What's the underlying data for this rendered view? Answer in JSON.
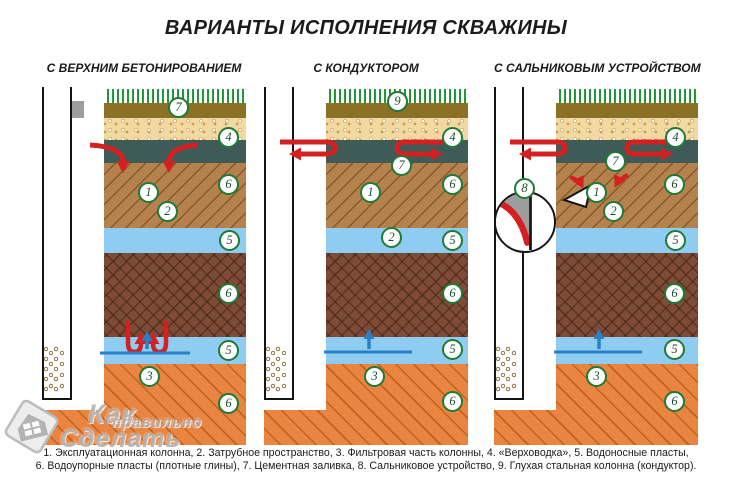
{
  "title": "ВАРИАНТЫ ИСПОЛНЕНИЯ СКВАЖИНЫ",
  "panels": [
    {
      "subtitle": "С ВЕРХНИМ БЕТОНИРОВАНИЕМ",
      "markers": [
        "7",
        "4",
        "6",
        "1",
        "2",
        "5",
        "6",
        "5",
        "3",
        "6"
      ]
    },
    {
      "subtitle": "С КОНДУКТОРОМ",
      "markers": [
        "9",
        "4",
        "7",
        "6",
        "1",
        "2",
        "5",
        "6",
        "5",
        "3",
        "6"
      ]
    },
    {
      "subtitle": "С САЛЬНИКОВЫМ УСТРОЙСТВОМ",
      "markers": [
        "4",
        "7",
        "6",
        "8",
        "1",
        "2",
        "5",
        "6",
        "5",
        "3",
        "6"
      ]
    }
  ],
  "legend": {
    "lines": [
      "1. Эксплуатационная колонна, 2. Затрубное пространство, 3. Фильтровая часть колонны, 4. «Верховодка», 5. Водоносные пласты,",
      "6. Водоупорные пласты (плотные глины), 7. Цементная заливка, 8. Сальниковое устройство, 9. Глухая стальная колонна (кондуктор)."
    ]
  },
  "watermark": {
    "line1": "Как",
    "line2": "правильно",
    "line3": "Сделать"
  },
  "colors": {
    "grass": "#23963a",
    "topsoil": "#8a7125",
    "sand": "#f2d9a2",
    "perched_water_layer": "#3f5b57",
    "clay_brown": "#b5824e",
    "water_blue": "#8ecdf1",
    "dense_clay_dark": "#7e4b37",
    "lower_layer_orange": "#e98540",
    "cement_gray": "#9d9d9d",
    "arrow_red": "#d42020",
    "arrow_blue": "#2b7fc4",
    "marker_border_green": "#1e7a34"
  }
}
